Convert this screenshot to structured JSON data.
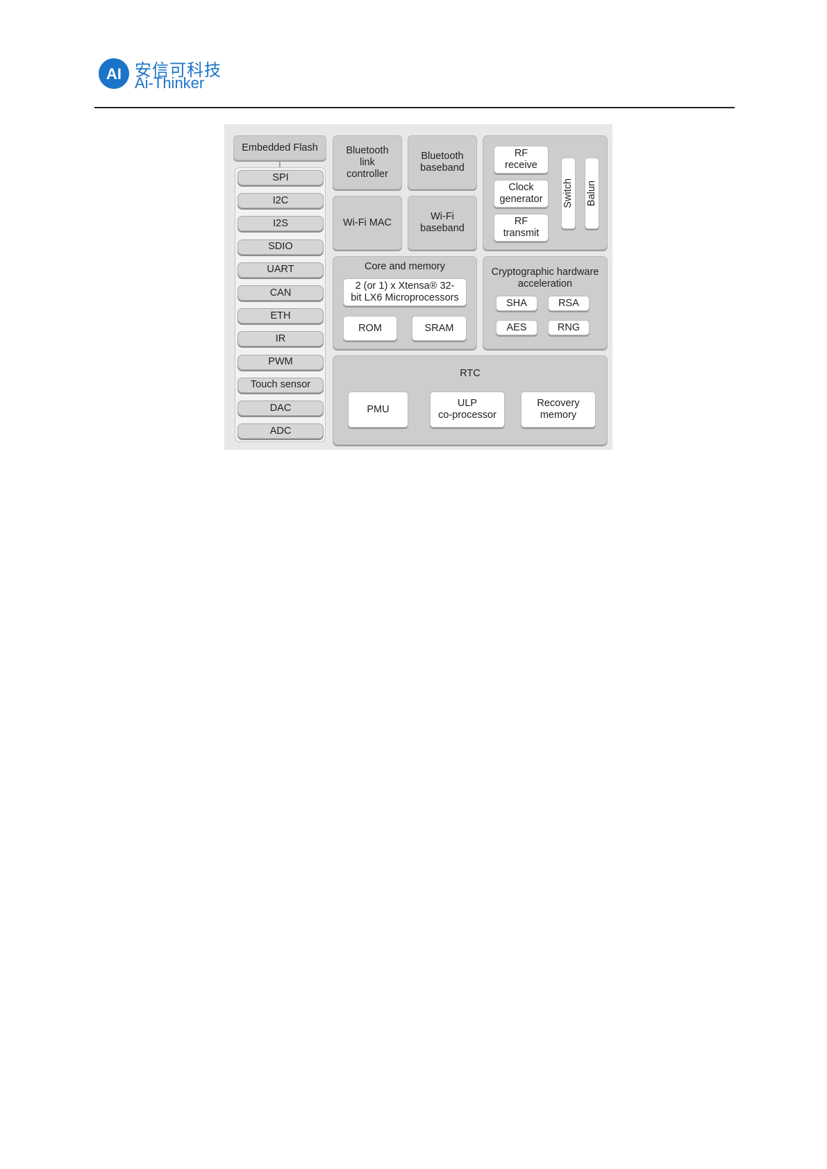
{
  "header": {
    "brand_cn": "安信可科技",
    "brand_en": "Ai-Thinker",
    "logo_mark": "AI",
    "brand_color": "#1b74c8"
  },
  "diagram": {
    "embedded_flash": "Embedded Flash",
    "peripherals": [
      "SPI",
      "I2C",
      "I2S",
      "SDIO",
      "UART",
      "CAN",
      "ETH",
      "IR",
      "PWM",
      "Touch sensor",
      "DAC",
      "ADC"
    ],
    "bluetooth_link_controller": "Bluetooth\nlink\ncontroller",
    "bluetooth_baseband": "Bluetooth\nbaseband",
    "wifi_mac": "Wi-Fi MAC",
    "wifi_baseband": "Wi-Fi\nbaseband",
    "rf_receive": "RF\nreceive",
    "clock_generator": "Clock\ngenerator",
    "rf_transmit": "RF\ntransmit",
    "switch": "Switch",
    "balun": "Balun",
    "core_title": "Core and memory",
    "core_cpu": "2 (or 1) x Xtensa® 32-\nbit LX6 Microprocessors",
    "rom": "ROM",
    "sram": "SRAM",
    "crypto_title": "Cryptographic hardware\nacceleration",
    "sha": "SHA",
    "rsa": "RSA",
    "aes": "AES",
    "rng": "RNG",
    "rtc_title": "RTC",
    "pmu": "PMU",
    "ulp": "ULP\nco-processor",
    "recovery_memory": "Recovery\nmemory"
  }
}
